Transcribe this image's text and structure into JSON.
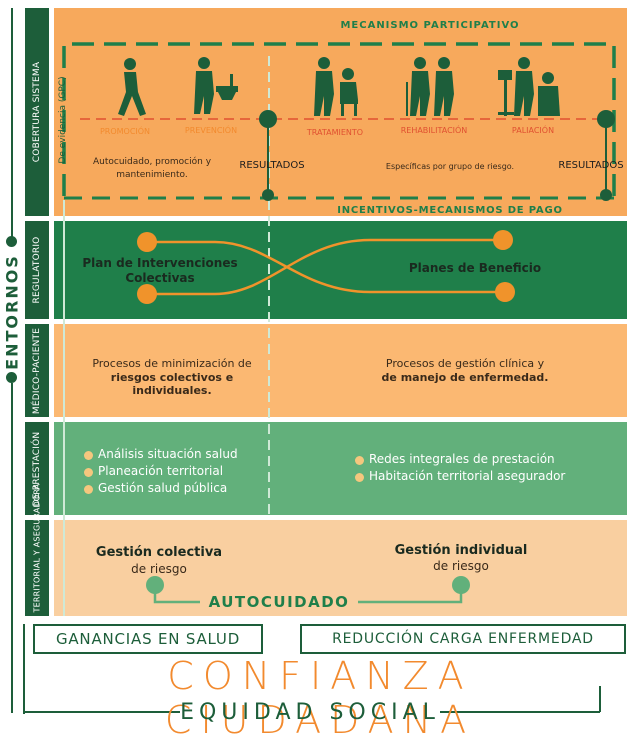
{
  "left_axis": {
    "label": "ENTORNOS"
  },
  "rows": [
    {
      "label": "COBERTURA SISTEMA"
    },
    {
      "label": "REGULATORIO"
    },
    {
      "label": "MÉDICO-PACIENTE"
    },
    {
      "label": "DE PRESTACIÓN"
    },
    {
      "label": "GESTIÓN TERRITORIAL Y ASEGURADORA"
    }
  ],
  "coverage": {
    "top_title": "MECANISMO PARTICIPATIVO",
    "bottom_title": "INCENTIVOS-MECANISMOS DE PAGO",
    "side_label": "De evidencia (GPC)",
    "stages": [
      "PROMOCIÓN",
      "PREVENCIÓN",
      "TRATAMIENTO",
      "REHABILITACIÓN",
      "PALIACIÓN"
    ],
    "left_text": "Autocuidado, promoción y mantenimiento.",
    "right_text": "Específicas por grupo de riesgo.",
    "results_left": "RESULTADOS",
    "results_right": "RESULTADOS"
  },
  "regulatory": {
    "left": "Plan de Intervenciones Colectivas",
    "right": "Planes de Beneficio"
  },
  "medical": {
    "left_line1": "Procesos de minimización de",
    "left_line2": "riesgos colectivos e individuales.",
    "right_line1": "Procesos de gestión clínica y",
    "right_line2": "de manejo de enfermedad."
  },
  "provision": {
    "left_items": [
      "Análisis situación salud",
      "Planeación territorial",
      "Gestión salud pública"
    ],
    "right_items": [
      "Redes integrales de prestación",
      "Habitación territorial asegurador"
    ]
  },
  "territorial": {
    "left_title": "Gestión colectiva",
    "left_sub": "de riesgo",
    "right_title": "Gestión individual",
    "right_sub": "de riesgo",
    "link": "AUTOCUIDADO"
  },
  "footer": {
    "box_left": "GANANCIAS EN SALUD",
    "box_right": "REDUCCIÓN CARGA ENFERMEDAD",
    "headline": "CONFIANZA CIUDADANA",
    "bottom": "EQUIDAD SOCIAL"
  },
  "colors": {
    "dark_green": "#1d5e3a",
    "orange_band": "#f7a95c",
    "green_band": "#1f7f4a",
    "light_orange": "#fbb872",
    "mid_green": "#62b07b",
    "peach": "#f9cfa0",
    "accent_orange": "#f0932b",
    "red_dash": "#e05030",
    "text_orange": "#f28a2e"
  }
}
